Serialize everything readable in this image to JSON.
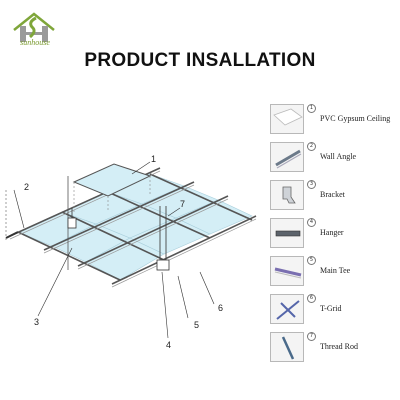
{
  "brand": {
    "name": "sunhouse",
    "colors": {
      "green": "#7fa63a",
      "gray": "#9a9a9a"
    }
  },
  "title": "PRODUCT INSALLATION",
  "legend": [
    {
      "num": "1",
      "label": "PVC Gypsum Ceiling",
      "icon": "gypsum-panel-icon"
    },
    {
      "num": "2",
      "label": "Wall Angle",
      "icon": "wall-angle-icon"
    },
    {
      "num": "3",
      "label": "Bracket",
      "icon": "bracket-icon"
    },
    {
      "num": "4",
      "label": "Hanger",
      "icon": "hanger-icon"
    },
    {
      "num": "5",
      "label": "Main Tee",
      "icon": "main-tee-icon"
    },
    {
      "num": "6",
      "label": "T-Grid",
      "icon": "t-grid-icon"
    },
    {
      "num": "7",
      "label": "Thread Rod",
      "icon": "thread-rod-icon"
    }
  ],
  "callouts": [
    "1",
    "2",
    "3",
    "4",
    "5",
    "6",
    "7"
  ],
  "colors": {
    "panel": "#d4eef6",
    "frame": "#555555",
    "thumb_bg": "#f4f4f4"
  }
}
